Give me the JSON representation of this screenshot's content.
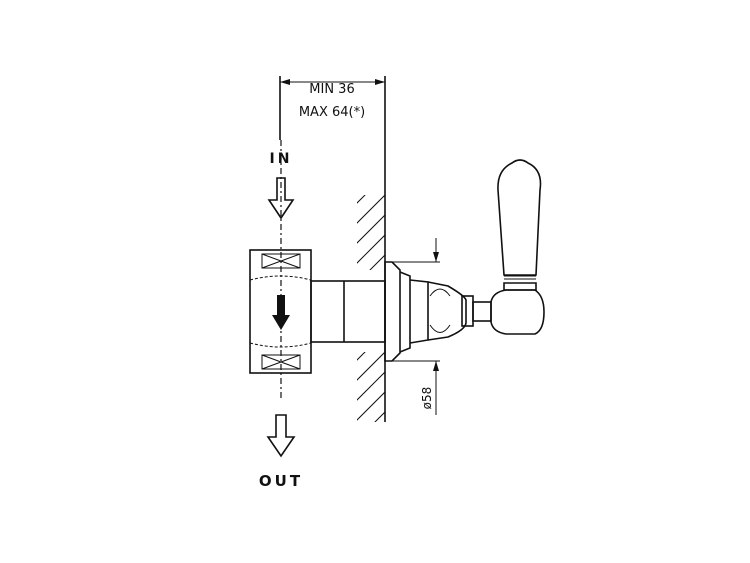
{
  "dimensions": {
    "min_depth": "MIN 36",
    "max_depth": "MAX 64(*)",
    "escutcheon_diameter": "ø58"
  },
  "flow": {
    "inlet": "IN",
    "outlet": "OUT"
  }
}
